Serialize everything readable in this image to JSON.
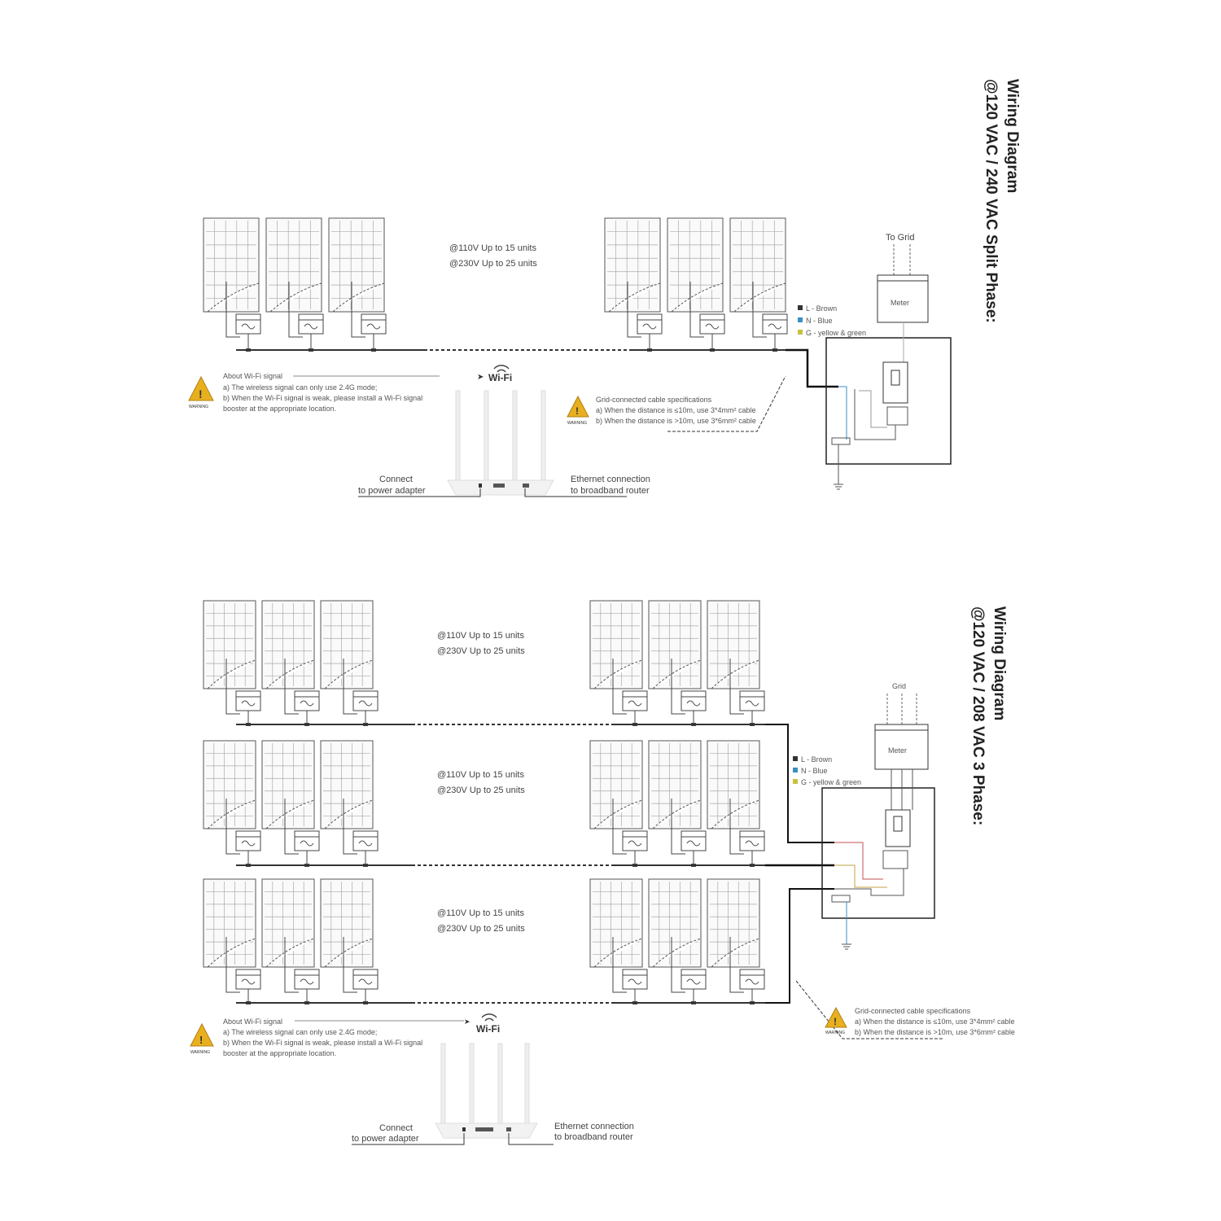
{
  "diagrams": [
    {
      "title_line1": "Wiring Diagram",
      "title_line2": "@120 VAC / 240 VAC Split Phase:",
      "capacity": [
        "@110V Up to 15 units",
        "@230V Up to 25 units"
      ],
      "legend": [
        "L - Brown",
        "N - Blue",
        "G - yellow & green"
      ],
      "grid_label": "To Grid",
      "meter_label": "Meter",
      "wifi_note": {
        "heading": "About Wi-Fi signal",
        "lines": [
          "a) The wireless signal can only use 2.4G mode;",
          "b) When the Wi-Fi signal is weak, please install a Wi-Fi signal",
          "booster at the appropriate location."
        ]
      },
      "cable_note": {
        "heading": "Grid-connected cable specifications",
        "lines": [
          "a) When the distance is ≤10m, use 3*4mm² cable",
          "b) When the distance is >10m, use 3*6mm² cable"
        ]
      },
      "wifi_label": "Wi-Fi",
      "power_label": [
        "Connect",
        "to power adapter"
      ],
      "ethernet_label": [
        "Ethernet connection",
        "to broadband router"
      ]
    },
    {
      "title_line1": "Wiring Diagram",
      "title_line2": "@120 VAC / 208 VAC 3 Phase:",
      "capacity_rows": [
        [
          "@110V Up to 15 units",
          "@230V Up to 25 units"
        ],
        [
          "@110V Up to 15 units",
          "@230V Up to 25 units"
        ],
        [
          "@110V Up to 15 units",
          "@230V Up to 25 units"
        ]
      ],
      "legend": [
        "L - Brown",
        "N - Blue",
        "G - yellow & green"
      ],
      "grid_label": "Grid",
      "meter_label": "Meter",
      "wifi_note": {
        "heading": "About Wi-Fi signal",
        "lines": [
          "a) The wireless signal can only use 2.4G mode;",
          "b) When the Wi-Fi signal is weak, please install a Wi-Fi signal",
          "booster at the appropriate location."
        ]
      },
      "cable_note": {
        "heading": "Grid-connected cable specifications",
        "lines": [
          "a) When the distance is ≤10m, use 3*4mm² cable",
          "b) When the distance is >10m, use 3*6mm² cable"
        ]
      },
      "wifi_label": "Wi-Fi",
      "power_label": [
        "Connect",
        "to power adapter"
      ],
      "ethernet_label": [
        "Ethernet connection",
        "to broadband router"
      ]
    }
  ],
  "warning_label": "WARNING",
  "colors": {
    "brown": "#5a3a2a",
    "blue": "#3a8fc0",
    "green": "#c8c040",
    "warning": "#e8b020"
  }
}
